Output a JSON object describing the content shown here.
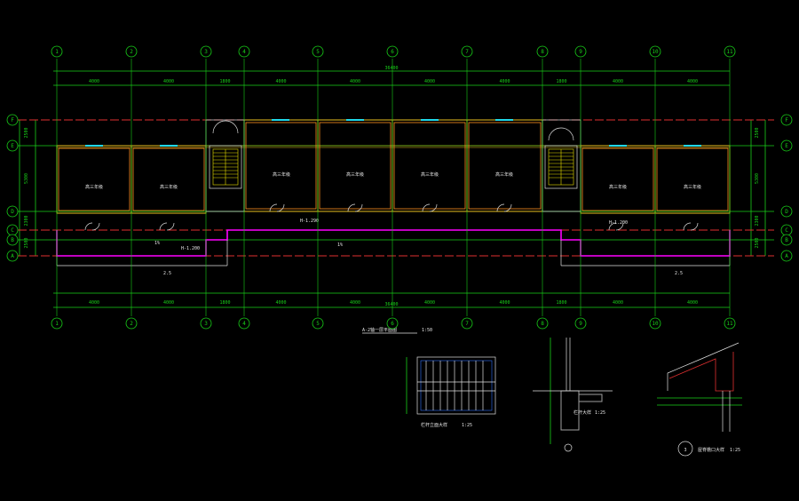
{
  "plan": {
    "columns": [
      "1",
      "2",
      "3",
      "4",
      "5",
      "6",
      "7",
      "8",
      "9",
      "10",
      "11"
    ],
    "rows": [
      "F",
      "E",
      "D",
      "C",
      "B",
      "A"
    ],
    "top_dims": [
      "4000",
      "4000",
      "1800",
      "4000",
      "4000",
      "4000",
      "4000",
      "1800",
      "4000",
      "4000"
    ],
    "bottom_dims": [
      "4000",
      "4000",
      "1800",
      "4000",
      "4000",
      "4000",
      "4000",
      "1800",
      "4000",
      "4000"
    ],
    "total_dim": "36400",
    "left_dims": [
      "2500",
      "5300",
      "2300",
      "2500"
    ],
    "rooms": [
      "高三年级",
      "高三年级",
      "高三年级",
      "高三年级",
      "高三年级",
      "高三年级",
      "高三年级",
      "高三年级"
    ],
    "labels": {
      "corridor_elev": "H-1.290",
      "slope_a": "1%",
      "slope_b": "1%",
      "elev_left": "H-1.200",
      "elev_right": "H-1.200",
      "drain": "2.5",
      "section_title": "A-2轴一层平面图",
      "section_scale": "1:50"
    }
  },
  "details": {
    "railing_title": "栏杆立面大样",
    "railing_scale": "1:25",
    "detail2_title": "栏杆大样",
    "detail2_scale": "1:25",
    "detail3_number": "3",
    "detail3_title": "屋脊檐口大样",
    "detail3_scale": "1:25"
  }
}
